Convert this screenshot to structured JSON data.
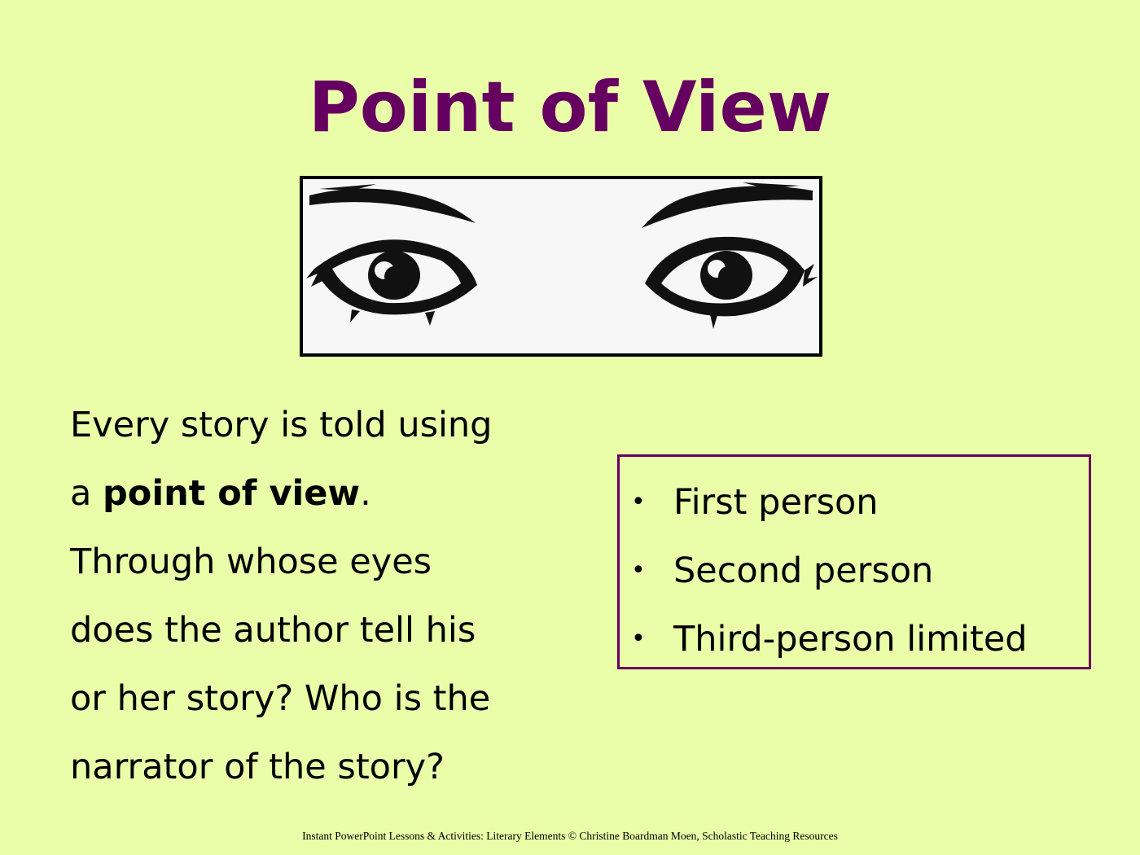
{
  "slide": {
    "title": "Point of View",
    "image": {
      "icon": "eyes-illustration"
    },
    "paragraph": {
      "line1": "Every story is told using",
      "line2_prefix": "a ",
      "line2_bold": "point of view",
      "line2_suffix": ".",
      "line3": "Through whose eyes",
      "line4": "does the author tell his",
      "line5": "or her story? Who is the",
      "line6": "narrator of the story?"
    },
    "list": {
      "bullet": "•",
      "items": [
        "First person",
        "Second person",
        "Third-person limited"
      ]
    },
    "footer": "Instant PowerPoint Lessons & Activities: Literary Elements © Christine Boardman Moen, Scholastic Teaching Resources"
  },
  "colors": {
    "background": "#eafda8",
    "title": "#650061",
    "box_border": "#650061"
  }
}
